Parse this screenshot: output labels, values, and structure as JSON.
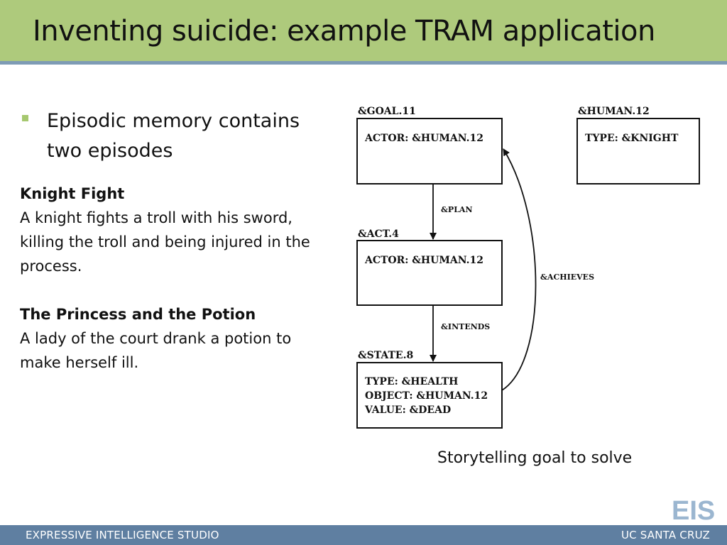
{
  "slide": {
    "title": "Inventing suicide: example TRAM application",
    "bullet": "Episodic memory contains two episodes"
  },
  "episodes": [
    {
      "title": "Knight Fight",
      "body": "A knight fights a troll with his sword, killing the troll and being injured in the process."
    },
    {
      "title": "The Princess and the Potion",
      "body": "A lady of the court drank a potion to make herself ill."
    }
  ],
  "diagram": {
    "goal": {
      "header": "&GOAL.11",
      "lines": [
        "ACTOR: &HUMAN.12"
      ]
    },
    "human": {
      "header": "&HUMAN.12",
      "lines": [
        "TYPE: &KNIGHT"
      ]
    },
    "act": {
      "header": "&ACT.4",
      "lines": [
        "ACTOR: &HUMAN.12"
      ]
    },
    "state": {
      "header": "&STATE.8",
      "lines": [
        "TYPE: &HEALTH",
        "OBJECT: &HUMAN.12",
        "VALUE: &DEAD"
      ]
    },
    "edges": {
      "plan": "&PLAN",
      "intends": "&INTENDS",
      "achieves": "&ACHIEVES"
    }
  },
  "caption": "Storytelling goal to solve",
  "logo": {
    "text": "EIS",
    "color": "#9bb6d0"
  },
  "footer": {
    "left": "EXPRESSIVE INTELLIGENCE STUDIO",
    "right": "UC SANTA CRUZ"
  },
  "colors": {
    "title_bar": "#aeca7c",
    "title_rule": "#7e9bb5",
    "bullet": "#a6c86f",
    "footer": "#5f7fa1"
  }
}
